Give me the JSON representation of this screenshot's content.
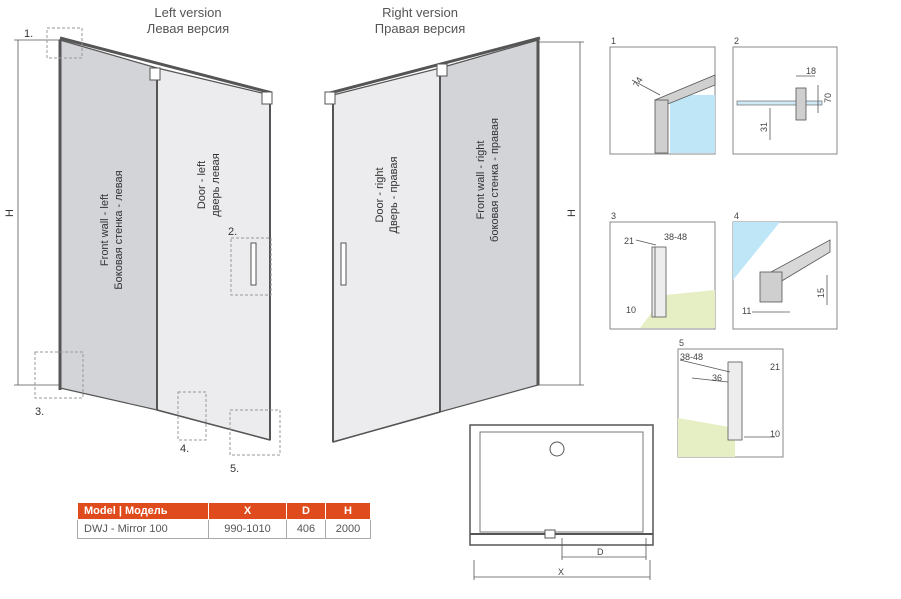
{
  "titles": {
    "left_en": "Left version",
    "left_ru": "Левая версия",
    "right_en": "Right version",
    "right_ru": "Правая версия"
  },
  "left_view": {
    "front_wall_en": "Front wall - left",
    "front_wall_ru": "Боковая стенка - левая",
    "door_en": "Door - left",
    "door_ru": "дверь левая",
    "height_label": "H"
  },
  "right_view": {
    "front_wall_en": "Front wall - right",
    "front_wall_ru": "боковая стенка - правая",
    "door_en": "Door - right",
    "door_ru": "Дверь - правая",
    "height_label": "H"
  },
  "callouts": [
    "1.",
    "2.",
    "3.",
    "4.",
    "5."
  ],
  "details": [
    {
      "num": "1",
      "dims": [
        "74"
      ]
    },
    {
      "num": "2",
      "dims": [
        "18",
        "70",
        "31"
      ]
    },
    {
      "num": "3",
      "dims": [
        "21",
        "38-48",
        "10"
      ]
    },
    {
      "num": "4",
      "dims": [
        "15",
        "11"
      ]
    },
    {
      "num": "5",
      "dims": [
        "38-48",
        "36",
        "21",
        "10"
      ]
    }
  ],
  "plan": {
    "x_label": "X",
    "d_label": "D"
  },
  "table": {
    "headers": [
      "Model  |  Модель",
      "X",
      "D",
      "H"
    ],
    "rows": [
      [
        "DWJ - Mirror 100",
        "990-1010",
        "406",
        "2000"
      ]
    ]
  },
  "colors": {
    "accent": "#e04b1e",
    "glass": "#d3d4d8",
    "glass_tint": "#bfe6f7",
    "floor": "#e6efc4"
  }
}
